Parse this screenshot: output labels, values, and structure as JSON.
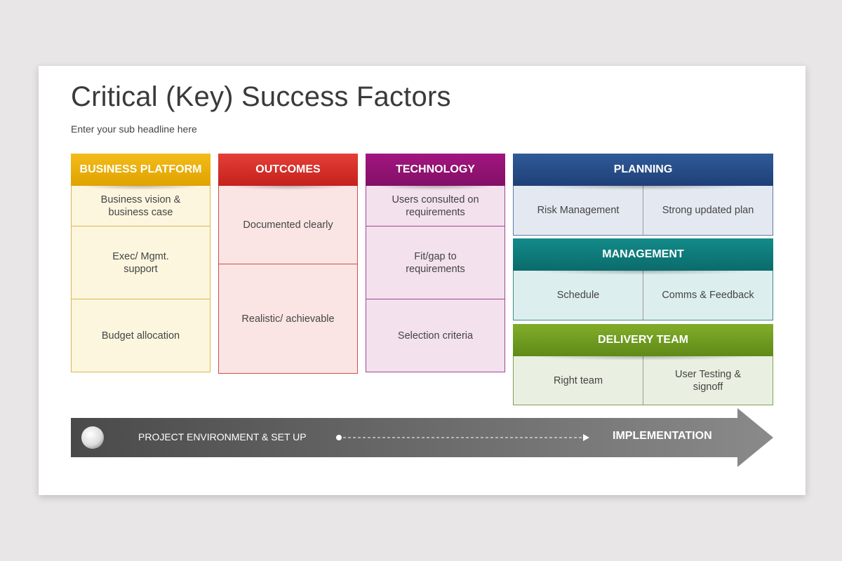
{
  "slide": {
    "title": "Critical (Key) Success Factors",
    "subtitle": "Enter your sub headline here"
  },
  "columns": {
    "business_platform": {
      "header": "BUSINESS PLATFORM",
      "color": "#E8A90A",
      "items": [
        "Business vision &\nbusiness case",
        "Exec/ Mgmt.\nsupport",
        "Budget allocation"
      ]
    },
    "outcomes": {
      "header": "OUTCOMES",
      "color": "#D42E29",
      "items": [
        "Documented clearly",
        "Realistic/ achievable"
      ]
    },
    "technology": {
      "header": "TECHNOLOGY",
      "color": "#921273",
      "items": [
        "Users consulted on\nrequirements",
        "Fit/gap to\nrequirements",
        "Selection criteria"
      ]
    }
  },
  "blocks": {
    "planning": {
      "header": "PLANNING",
      "color": "#264C88",
      "items": [
        "Risk Management",
        "Strong updated plan"
      ]
    },
    "management": {
      "header": "MANAGEMENT",
      "color": "#0F7C7C",
      "items": [
        "Schedule",
        "Comms & Feedback"
      ]
    },
    "delivery_team": {
      "header": "DELIVERY TEAM",
      "color": "#709C20",
      "items": [
        "Right team",
        "User Testing &\nsignoff"
      ]
    }
  },
  "arrow": {
    "start_label": "PROJECT ENVIRONMENT & SET UP",
    "end_label": "IMPLEMENTATION"
  }
}
